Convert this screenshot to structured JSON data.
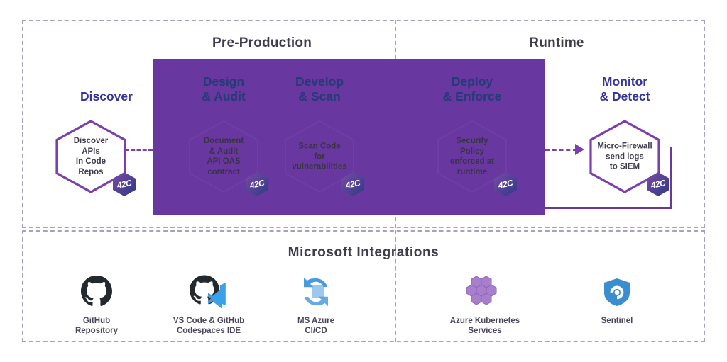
{
  "frames": {
    "preproduction_title": "Pre-Production",
    "runtime_title": "Runtime",
    "integrations_title": "Microsoft  Integrations"
  },
  "phases": [
    {
      "key": "discover",
      "heading": "Discover",
      "node_label": "Discover\nAPIs\nIn Code\nRepos",
      "badge": "42C",
      "inside_band": false
    },
    {
      "key": "design",
      "heading": "Design\n& Audit",
      "node_label": "Document\n& Audit\nAPI OAS\ncontract",
      "badge": "42C",
      "inside_band": true
    },
    {
      "key": "develop",
      "heading": "Develop\n& Scan",
      "node_label": "Scan Code\nfor\nvulnerabilities",
      "badge": "42C",
      "inside_band": true
    },
    {
      "key": "deploy",
      "heading": "Deploy\n& Enforce",
      "node_label": "Security\nPolicy\nenforced at\nruntime",
      "badge": "42C",
      "inside_band": true
    },
    {
      "key": "monitor",
      "heading": "Monitor\n& Detect",
      "node_label": "Micro-Firewall\nsend logs\nto SIEM",
      "badge": "42C",
      "inside_band": false
    }
  ],
  "integrations": [
    {
      "key": "github",
      "icon": "github-icon",
      "caption": "GitHub\nRepository"
    },
    {
      "key": "vscode",
      "icon": "vscode-github-icon",
      "caption": "VS Code & GitHub\nCodespaces IDE"
    },
    {
      "key": "azure",
      "icon": "azure-devops-icon",
      "caption": "MS Azure\nCI/CD"
    },
    {
      "key": "aks",
      "icon": "azure-kubernetes-icon",
      "caption": "Azure Kubernetes\nServices"
    },
    {
      "key": "sentinel",
      "icon": "sentinel-shield-icon",
      "caption": "Sentinel"
    }
  ],
  "colors": {
    "band_purple": "#68379f",
    "hex_stroke": "#7b3fb0",
    "dashed_frame": "#a99fc4",
    "heading_outside": "#33339b",
    "heading_inside": "#243a79",
    "stage_title": "#3f3c4d",
    "github_black": "#24292e",
    "azure_blue": "#4a9ae0",
    "aks_purple": "#a87fcc",
    "sentinel_blue": "#3a8ed0"
  }
}
